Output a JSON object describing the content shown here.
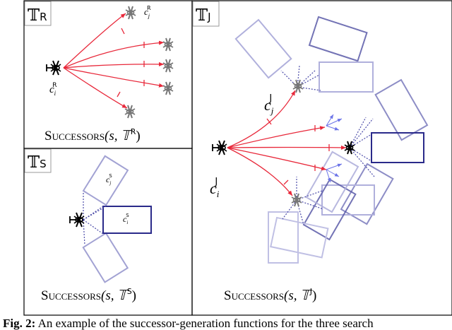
{
  "panels": {
    "R": {
      "tag": {
        "sym": "𝕋",
        "sub": "R"
      },
      "title": {
        "main": "Successors",
        "args": "(s, 𝕋",
        "sup": "R",
        "close": ")"
      },
      "labels": {
        "ci": "c",
        "ci_sub": "i",
        "ci_sup": "R",
        "cj": "c",
        "cj_sub": "j",
        "cj_sup": "R"
      }
    },
    "S": {
      "tag": {
        "sym": "𝕋",
        "sub": "S"
      },
      "title": {
        "main": "Successors",
        "args": "(s, 𝕋",
        "sup": "S",
        "close": ")"
      },
      "labels": {
        "ci": "c",
        "ci_sub": "i",
        "ci_sup": "S",
        "cj": "c",
        "cj_sub": "j",
        "cj_sup": "S"
      }
    },
    "J": {
      "tag": {
        "sym": "𝕋",
        "sub": "J"
      },
      "title": {
        "main": "Successors",
        "args": "(s, 𝕋",
        "sup": "J",
        "close": ")"
      },
      "labels": {
        "ci": "c",
        "ci_sub": "i",
        "ci_sup": "J",
        "cj": "c",
        "cj_sub": "j",
        "cj_sup": "J"
      }
    }
  },
  "caption": {
    "prefix": "Fig. 2:",
    "text": "An example of the successor-generation functions for the three search"
  },
  "colors": {
    "arrow": "#e8283a",
    "box_dark": "#2a2a8a",
    "box_light": "#a9a9d9",
    "box_mid": "#5e5ea8",
    "dots": "#4a4aa8",
    "robot": "#000000",
    "robot_gray": "#777777",
    "small_arrow": "#6b73e8"
  },
  "icons": {
    "robot": "quadruped-robot-icon"
  }
}
